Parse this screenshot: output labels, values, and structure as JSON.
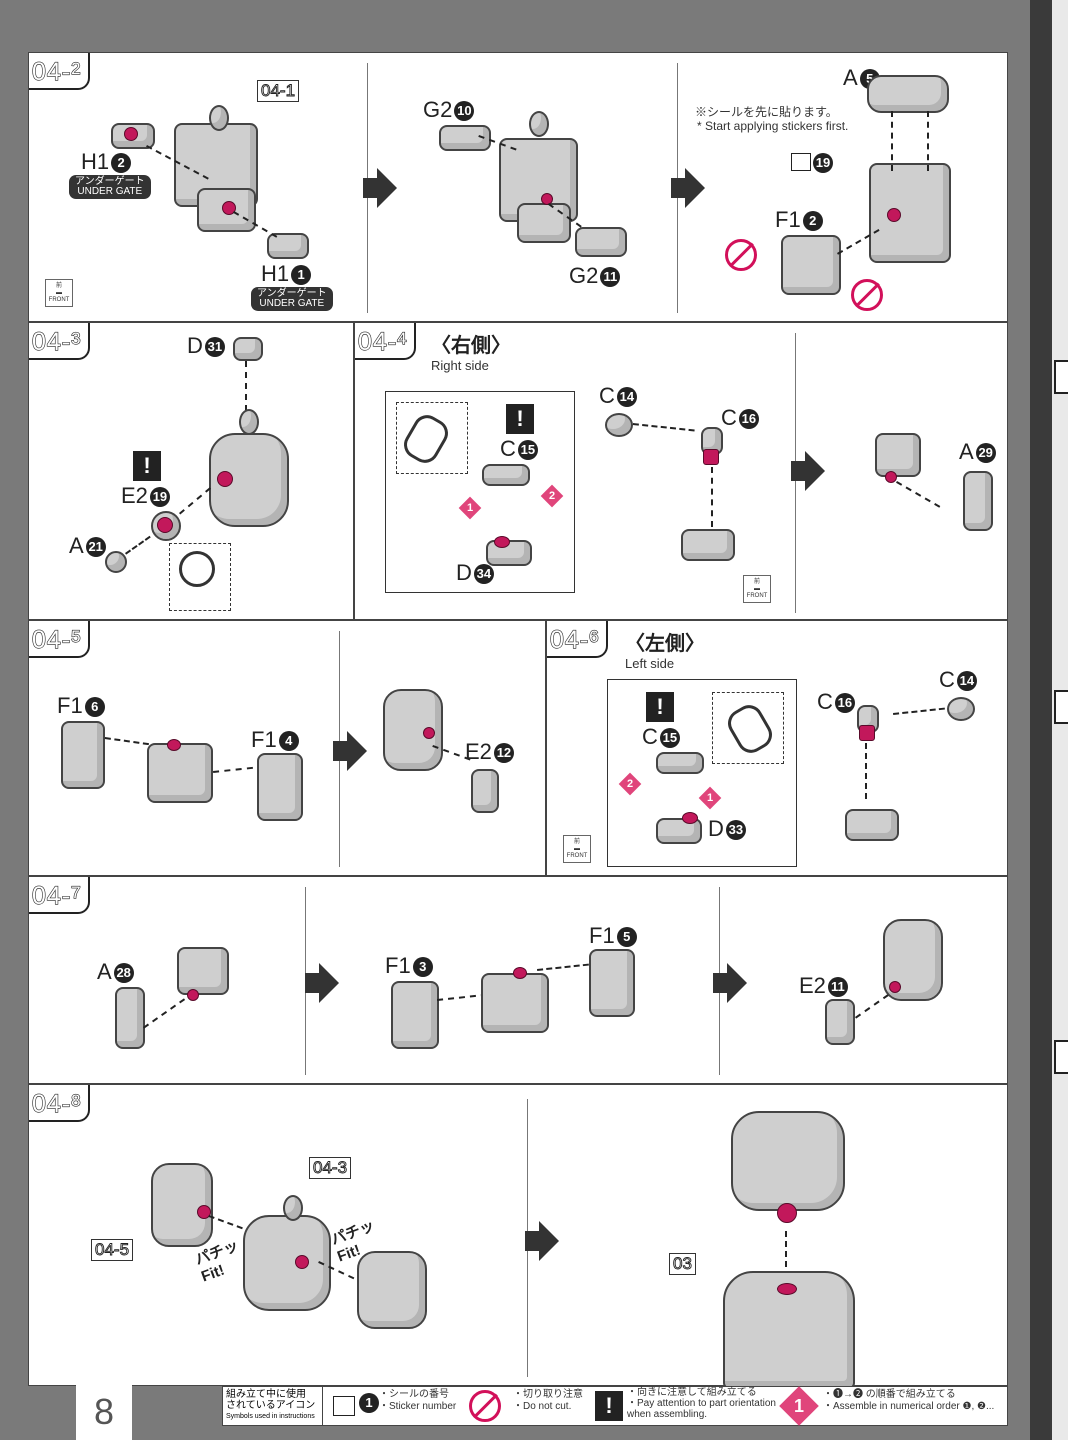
{
  "page_number": "8",
  "steps": {
    "s04_2": {
      "main": "04",
      "sub": "2",
      "ref": "04-1",
      "labels": {
        "h1_2": "H1",
        "h1_2_n": "2",
        "h1_1": "H1",
        "h1_1_n": "1",
        "g2_10": "G2",
        "g2_10_n": "10",
        "g2_11": "G2",
        "g2_11_n": "11",
        "a5": "A",
        "a5_n": "5",
        "f1_2": "F1",
        "f1_2_n": "2",
        "sticker_n": "19"
      },
      "under_gate_jp": "アンダーゲート",
      "under_gate_en": "UNDER GATE",
      "note_jp": "※シールを先に貼ります。",
      "note_en": "* Start applying stickers first."
    },
    "s04_3": {
      "main": "04",
      "sub": "3",
      "labels": {
        "d31": "D",
        "d31_n": "31",
        "e2_19": "E2",
        "e2_19_n": "19",
        "a21": "A",
        "a21_n": "21"
      }
    },
    "s04_4": {
      "main": "04",
      "sub": "4",
      "side_jp": "〈右側〉",
      "side_en": "Right side",
      "labels": {
        "c14": "C",
        "c14_n": "14",
        "c16": "C",
        "c16_n": "16",
        "c15": "C",
        "c15_n": "15",
        "d34": "D",
        "d34_n": "34",
        "a29": "A",
        "a29_n": "29"
      }
    },
    "s04_5": {
      "main": "04",
      "sub": "5",
      "labels": {
        "f1_6": "F1",
        "f1_6_n": "6",
        "f1_4": "F1",
        "f1_4_n": "4",
        "e2_12": "E2",
        "e2_12_n": "12"
      }
    },
    "s04_6": {
      "main": "04",
      "sub": "6",
      "side_jp": "〈左側〉",
      "side_en": "Left side",
      "labels": {
        "c14": "C",
        "c14_n": "14",
        "c16": "C",
        "c16_n": "16",
        "c15": "C",
        "c15_n": "15",
        "d33": "D",
        "d33_n": "33"
      }
    },
    "s04_7": {
      "main": "04",
      "sub": "7",
      "labels": {
        "a28": "A",
        "a28_n": "28",
        "f1_3": "F1",
        "f1_3_n": "3",
        "f1_5": "F1",
        "f1_5_n": "5",
        "e2_11": "E2",
        "e2_11_n": "11"
      }
    },
    "s04_8": {
      "main": "04",
      "sub": "8",
      "ref_a": "04-5",
      "ref_b": "04-3",
      "ref_c": "03",
      "fit_jp": "パチッ",
      "fit_en": "Fit!"
    }
  },
  "front_jp": "前",
  "front_en": "FRONT",
  "legend": {
    "title_1": "組み立て中に使用",
    "title_2": "されているアイコン",
    "title_en": "Symbols used in instructions",
    "sticker_n": "1",
    "sticker_jp": "・シールの番号",
    "sticker_en": "・Sticker number",
    "nocut_jp": "・切り取り注意",
    "nocut_en": "・Do not cut.",
    "orient_jp": "・向きに注意して組み立てる",
    "orient_en_1": "・Pay attention to part orientation",
    "orient_en_2": "when assembling.",
    "order_jp": "・❶→❷ の順番で組み立てる",
    "order_en": "・Assemble in numerical order ❶, ❷..."
  }
}
